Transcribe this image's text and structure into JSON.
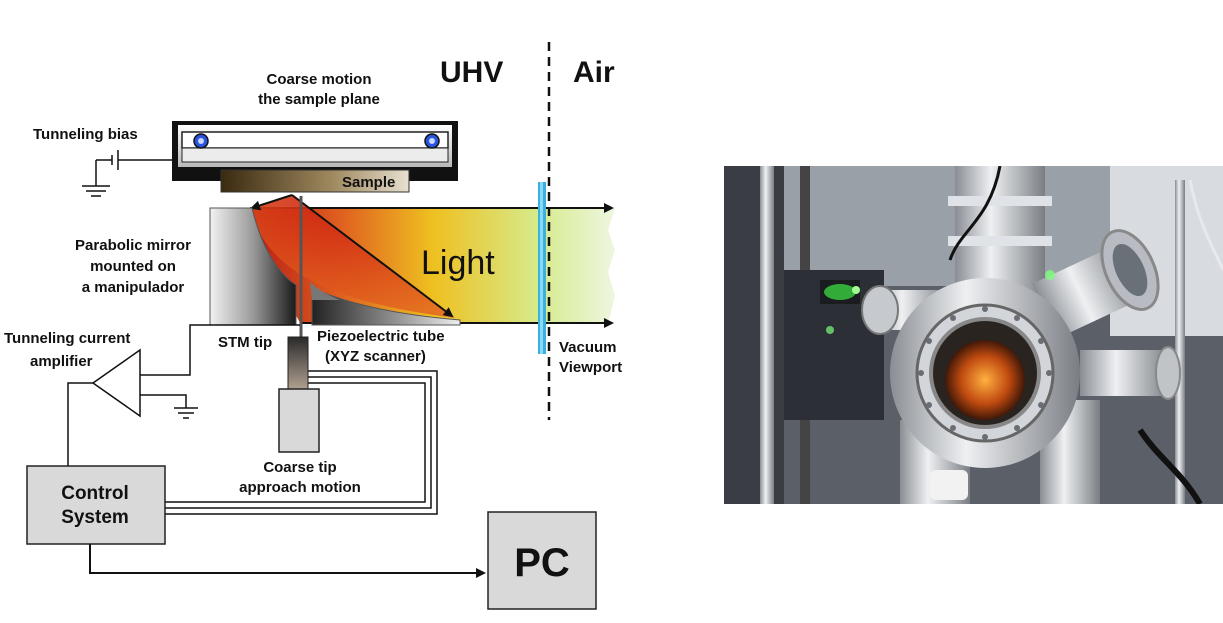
{
  "labels": {
    "uhv": "UHV",
    "air": "Air",
    "coarse_motion_1": "Coarse motion",
    "coarse_motion_2": "the sample plane",
    "tunneling_bias": "Tunneling bias",
    "sample": "Sample",
    "parabolic_1": "Parabolic  mirror",
    "parabolic_2": "mounted on",
    "parabolic_3": "a manipulador",
    "light": "Light",
    "tunneling_current_1": "Tunneling current",
    "tunneling_current_2": "amplifier",
    "stm_tip": "STM tip",
    "piezo_1": "Piezoelectric tube",
    "piezo_2": "(XYZ scanner)",
    "vacuum_1": "Vacuum",
    "vacuum_2": "Viewport",
    "coarse_tip_1": "Coarse tip",
    "coarse_tip_2": "approach motion",
    "control_1": "Control",
    "control_2": "System",
    "pc": "PC"
  },
  "colors": {
    "line": "#111111",
    "box_fill": "#d9d9d9",
    "viewport": "#3ab0e0",
    "light_start": "#c0221a",
    "light_mid": "#f0c020",
    "light_end": "#d8f0a0",
    "photo_bg": "#5a5f66",
    "chamber": "#c9ccd0"
  },
  "photo": {
    "subject": "ultra-high-vacuum-chamber-photo"
  }
}
